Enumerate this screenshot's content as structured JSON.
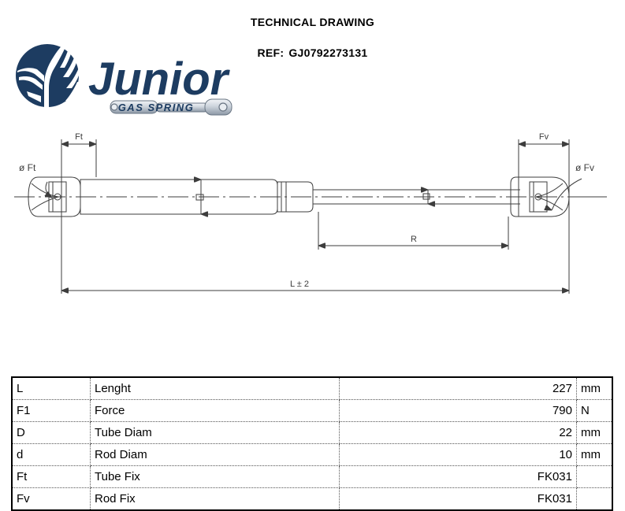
{
  "header": {
    "title": "TECHNICAL DRAWING",
    "ref_label": "REF:",
    "ref_value": "GJ0792273131"
  },
  "logo": {
    "brand": "Junior",
    "tagline": "GAS SPRING",
    "brand_color": "#1d3c61",
    "accent_color": "#2a5585"
  },
  "drawing": {
    "labels": {
      "ft_dim": "Ft",
      "ft_diam": "ø  Ft",
      "fv_dim": "Fv",
      "fv_diam": "ø  Fv",
      "stroke": "R",
      "length": "L ± 2"
    },
    "line_color": "#3d3d3d"
  },
  "spec_table": {
    "rows": [
      {
        "symbol": "L",
        "name": "Lenght",
        "value": "227",
        "unit": "mm"
      },
      {
        "symbol": "F1",
        "name": "Force",
        "value": "790",
        "unit": "N"
      },
      {
        "symbol": "D",
        "name": "Tube Diam",
        "value": "22",
        "unit": "mm"
      },
      {
        "symbol": "d",
        "name": "Rod Diam",
        "value": "10",
        "unit": "mm"
      },
      {
        "symbol": "Ft",
        "name": "Tube Fix",
        "value": "FK031",
        "unit": ""
      },
      {
        "symbol": "Fv",
        "name": "Rod Fix",
        "value": "FK031",
        "unit": ""
      }
    ]
  }
}
